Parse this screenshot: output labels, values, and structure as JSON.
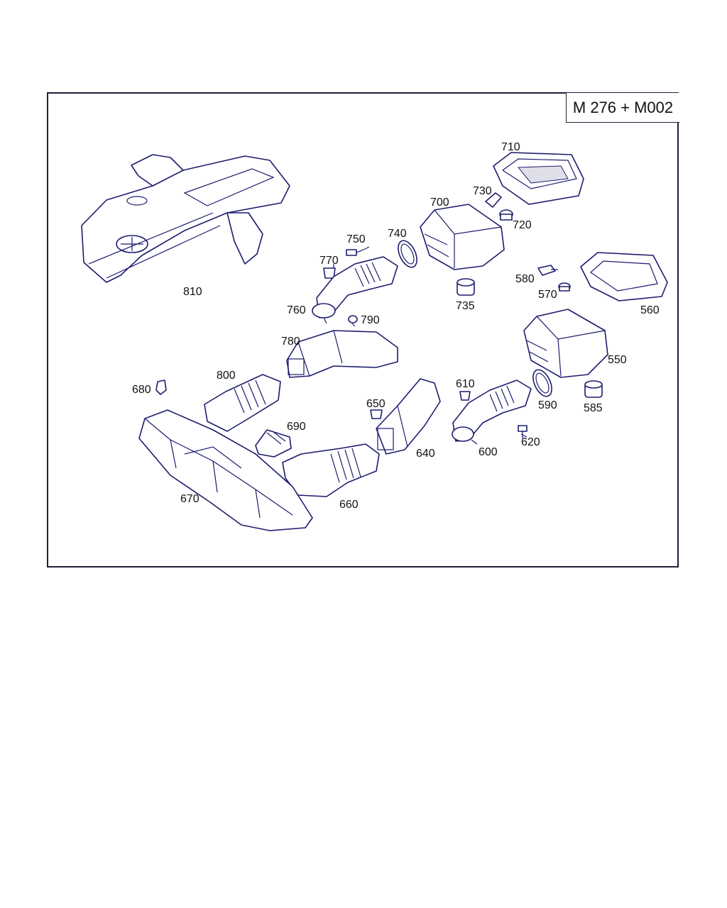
{
  "diagram": {
    "title": "M 276 + M002",
    "labels": {
      "l810": "810",
      "l710": "710",
      "l730": "730",
      "l700": "700",
      "l720": "720",
      "l740": "740",
      "l750": "750",
      "l770": "770",
      "l760": "760",
      "l790": "790",
      "l735": "735",
      "l580": "580",
      "l570": "570",
      "l560": "560",
      "l780": "780",
      "l550": "550",
      "l800": "800",
      "l680": "680",
      "l610": "610",
      "l650": "650",
      "l590": "590",
      "l585": "585",
      "l690": "690",
      "l640": "640",
      "l620": "620",
      "l600": "600",
      "l670": "670",
      "l660": "660"
    }
  }
}
